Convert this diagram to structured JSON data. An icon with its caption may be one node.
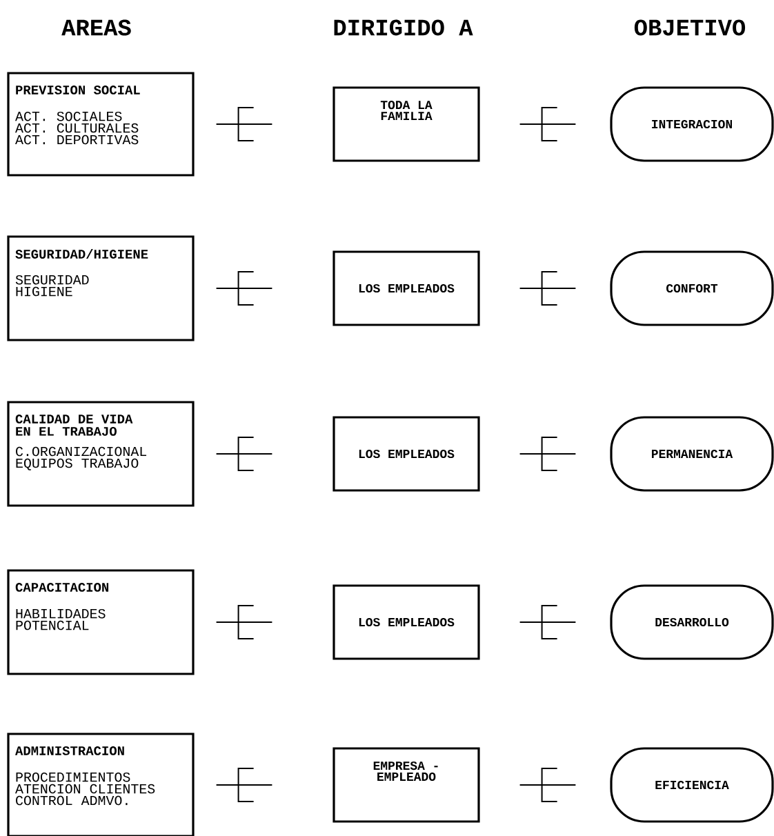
{
  "diagram": {
    "nodes": [
      {
        "text": [
          "PREVISION SOCIAL",
          "ACT. SOCIALES ACT. CULTURALES ACT. DEPORTIVAS"
        ]
      },
      {
        "text": [
          "TODA LA FAMILIA"
        ]
      },
      {
        "text": [
          "INTEGRACION"
        ]
      },
      {
        "text": [
          "SEGURIDAD/HIGIENE",
          "SEGURIDAD HIGIENE"
        ]
      },
      {
        "text": [
          "LOS EMPLEADOS"
        ]
      },
      {
        "text": [
          "CONFORT"
        ]
      },
      {
        "text": [
          "CALIDAD DE VIDA EN EL TRABAJO",
          "C.ORGANIZACIONAL EQUIPOS TRABAJO"
        ]
      },
      {
        "text": [
          "LOS EMPLEADOS"
        ]
      },
      {
        "text": [
          "PERMANENCIA"
        ]
      },
      {
        "text": [
          "CAPACITACION",
          "HABILIDADES POTENCIAL"
        ]
      },
      {
        "text": [
          "LOS EMPLEADOS"
        ]
      },
      {
        "text": [
          "DESARROLLO"
        ]
      },
      {
        "text": [
          "ADMINISTRACION",
          "PROCEDIMIENTOS ATENCION CLIENTES CONTROL ADMVO."
        ]
      },
      {
        "text": [
          "EMPRESA - EMPLEADO"
        ]
      },
      {
        "text": [
          "EFICIENCIA"
        ]
      }
    ],
    "edges": [
      {
        "from": 0,
        "to": 1,
        "arrow": "none"
      },
      {
        "from": 1,
        "to": 2,
        "arrow": "none"
      },
      {
        "from": 3,
        "to": 4,
        "arrow": "none"
      },
      {
        "from": 4,
        "to": 5,
        "arrow": "none"
      },
      {
        "from": 6,
        "to": 7,
        "arrow": "none"
      },
      {
        "from": 7,
        "to": 8,
        "arrow": "none"
      },
      {
        "from": 9,
        "to": 10,
        "arrow": "none"
      },
      {
        "from": 10,
        "to": 11,
        "arrow": "none"
      },
      {
        "from": 12,
        "to": 13,
        "arrow": "none"
      },
      {
        "from": 13,
        "to": 14,
        "arrow": "none"
      }
    ],
    "labels": [
      "AREAS",
      "DIRIGIDO A",
      "OBJETIVO"
    ]
  }
}
